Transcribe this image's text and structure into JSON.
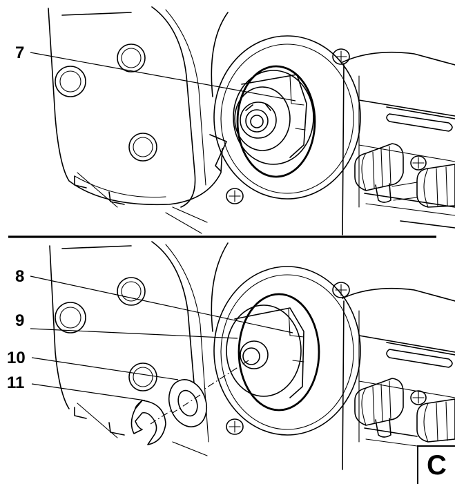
{
  "callouts": {
    "top": [
      {
        "label": "7"
      }
    ],
    "bottom": [
      {
        "label": "8"
      },
      {
        "label": "9"
      },
      {
        "label": "10"
      },
      {
        "label": "11"
      }
    ]
  },
  "panel_label": "C"
}
